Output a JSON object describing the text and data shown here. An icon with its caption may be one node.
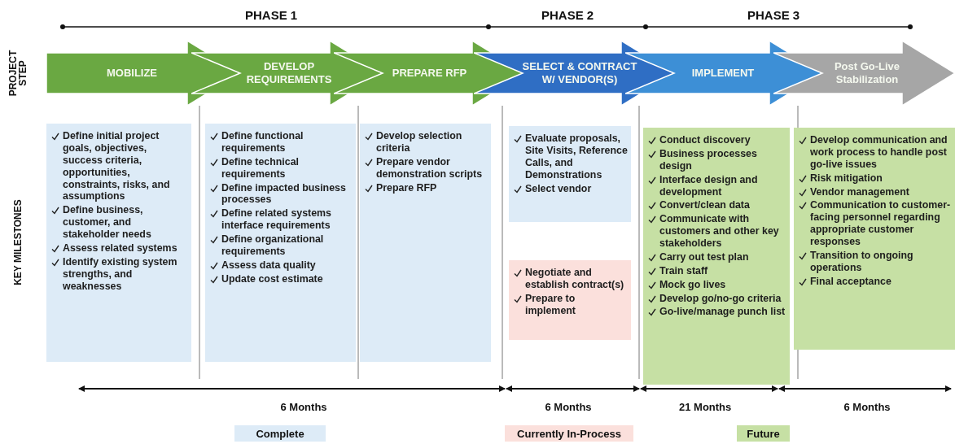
{
  "diagram": {
    "nodes": [
      {
        "text": [
          "MOBILIZE"
        ]
      },
      {
        "text": [
          "DEVELOP REQUIREMENTS"
        ]
      },
      {
        "text": [
          "PREPARE RFP"
        ]
      },
      {
        "text": [
          "SELECT & CONTRACT W/ VENDOR(S)"
        ]
      },
      {
        "text": [
          "IMPLEMENT"
        ]
      },
      {
        "text": [
          "Post Go-Live Stabilization"
        ]
      },
      {
        "text": [
          "Define initial project goals, objectives, success criteria, opportunities, constraints, risks, and assumptions",
          "Define business, customer, and stakeholder needs",
          "Assess related systems",
          "Identify existing system strengths, and weaknesses"
        ]
      },
      {
        "text": [
          "Define functional requirements",
          "Define technical requirements",
          "Define impacted business processes",
          "Define related systems interface requirements",
          "Define organizational requirements",
          "Assess data quality",
          "Update cost estimate"
        ]
      },
      {
        "text": [
          "Develop selection criteria",
          "Prepare vendor demonstration scripts",
          "Prepare RFP"
        ]
      },
      {
        "text": [
          "Evaluate proposals, Site Visits, Reference Calls, and Demonstrations",
          "Select vendor"
        ]
      },
      {
        "text": [
          "Negotiate and establish contract(s)",
          "Prepare to implement"
        ]
      },
      {
        "text": [
          "Conduct discovery",
          "Business processes design",
          "Interface design and development",
          "Convert/clean data",
          "Communicate with customers and other key stakeholders",
          "Carry out test plan",
          "Train staff",
          "Mock go lives",
          "Develop go/no-go criteria",
          "Go-live/manage punch list"
        ]
      },
      {
        "text": [
          "Develop communication and work process to handle post go-live issues",
          "Risk mitigation",
          "Vendor management",
          "Communication to customer-facing personnel regarding appropriate customer responses",
          "Transition to ongoing operations",
          "Final acceptance"
        ]
      }
    ],
    "labels": [
      "PHASE 1",
      "PHASE 2",
      "PHASE 3",
      "PROJECT STEP",
      "KEY MILESTONES",
      "6 Months",
      "6 Months",
      "21 Months",
      "6 Months"
    ],
    "legend": [
      {
        "text": "Complete",
        "color": "#ddebf7"
      },
      {
        "text": "Currently In-Process",
        "color": "#fbe0dc"
      },
      {
        "text": "Future",
        "color": "#c6e0a4"
      }
    ]
  }
}
